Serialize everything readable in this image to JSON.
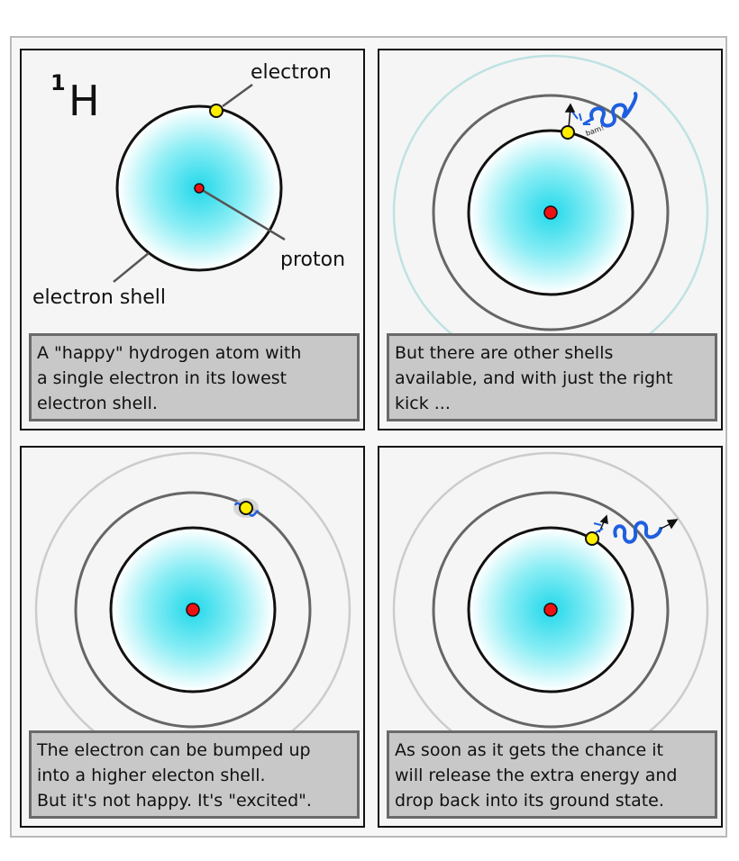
{
  "panel1": {
    "element_symbol": "H",
    "mass_number": "1",
    "label_electron": "electron",
    "label_proton": "proton",
    "label_shell": "electron shell",
    "caption_lines": [
      "A \"happy\" hydrogen atom with",
      "a single electron in its lowest",
      "electron shell."
    ]
  },
  "panel2": {
    "impact_label": "bam!",
    "caption_lines": [
      "But there are other shells",
      "available, and with just the right",
      "kick ..."
    ]
  },
  "panel3": {
    "caption_lines": [
      "The electron can be bumped up",
      "into a higher electon shell.",
      "But it's not happy. It's \"excited\"."
    ]
  },
  "panel4": {
    "caption_lines": [
      "As soon as it gets the chance it",
      "will release the extra energy and",
      "drop back into its ground state."
    ]
  },
  "colors": {
    "electron": "#ffee00",
    "proton": "#ee1111",
    "cloud_center": "#22d8ea",
    "photon": "#1e5fe0"
  }
}
